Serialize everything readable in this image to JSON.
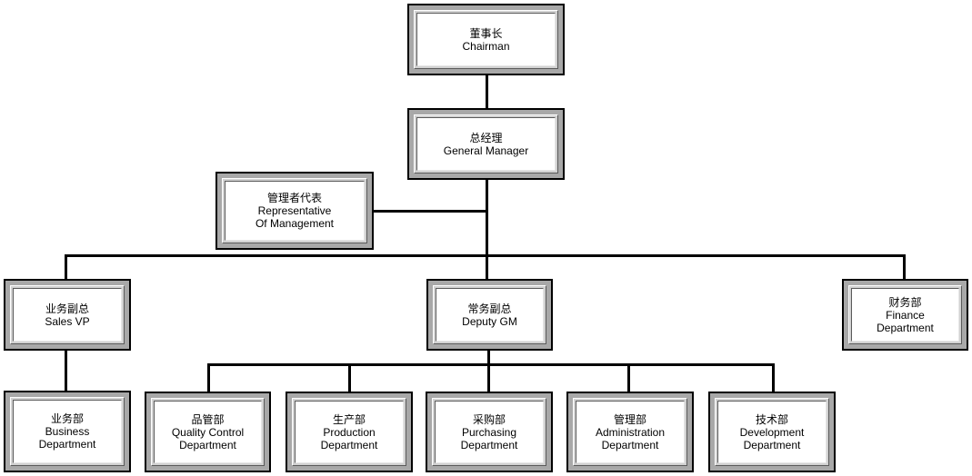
{
  "colors": {
    "line": "#000000",
    "box_face": "#ffffff",
    "box_bevel": "#a8a8a8"
  },
  "nodes": {
    "chairman": {
      "zh": "董事长",
      "en": [
        "Chairman"
      ]
    },
    "gm": {
      "zh": "总经理",
      "en": [
        "General Manager"
      ]
    },
    "rep": {
      "zh": "管理者代表",
      "en": [
        "Representative",
        "Of Management"
      ]
    },
    "sales_vp": {
      "zh": "业务副总",
      "en": [
        "Sales VP"
      ]
    },
    "deputy_gm": {
      "zh": "常务副总",
      "en": [
        "Deputy GM"
      ]
    },
    "finance": {
      "zh": "财务部",
      "en": [
        "Finance",
        "Department"
      ]
    },
    "business": {
      "zh": "业务部",
      "en": [
        "Business",
        "Department"
      ]
    },
    "quality": {
      "zh": "品管部",
      "en": [
        "Quality Control",
        "Department"
      ]
    },
    "production": {
      "zh": "生产部",
      "en": [
        "Production",
        "Department"
      ]
    },
    "purchasing": {
      "zh": "采购部",
      "en": [
        "Purchasing",
        "Department"
      ]
    },
    "administration": {
      "zh": "管理部",
      "en": [
        "Administration",
        "Department"
      ]
    },
    "development": {
      "zh": "技术部",
      "en": [
        "Development",
        "Department"
      ]
    }
  },
  "edges": [
    [
      "chairman",
      "gm"
    ],
    [
      "gm",
      "rep"
    ],
    [
      "gm",
      "sales_vp"
    ],
    [
      "gm",
      "deputy_gm"
    ],
    [
      "gm",
      "finance"
    ],
    [
      "sales_vp",
      "business"
    ],
    [
      "deputy_gm",
      "quality"
    ],
    [
      "deputy_gm",
      "production"
    ],
    [
      "deputy_gm",
      "purchasing"
    ],
    [
      "deputy_gm",
      "administration"
    ],
    [
      "deputy_gm",
      "development"
    ]
  ]
}
